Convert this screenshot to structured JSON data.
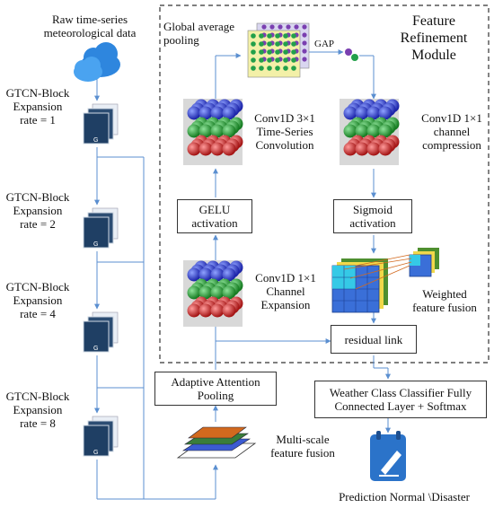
{
  "left_column": {
    "input_label": [
      "Raw time-series",
      "meteorological data"
    ],
    "blocks": [
      {
        "title": "GTCN-Block",
        "line2": "Expansion",
        "line3": "rate = 1"
      },
      {
        "title": "GTCN-Block",
        "line2": "Expansion",
        "line3": "rate = 2"
      },
      {
        "title": "GTCN-Block",
        "line2": "Expansion",
        "line3": "rate = 4"
      },
      {
        "title": "GTCN-Block",
        "line2": "Expansion",
        "line3": "rate = 8"
      }
    ],
    "block_glyph": "G"
  },
  "module": {
    "title": [
      "Feature",
      "Refinement",
      "Module"
    ],
    "gap_title": [
      "Global average",
      "pooling"
    ],
    "gap_short": "GAP",
    "conv3": [
      "Conv1D 3×1",
      "Time-Series",
      "Convolution"
    ],
    "conv_compress": [
      "Conv1D 1×1",
      "channel",
      "compression"
    ],
    "gelu": [
      "GELU",
      "activation"
    ],
    "sigmoid": [
      "Sigmoid",
      "activation"
    ],
    "conv_expand": [
      "Conv1D 1×1",
      "Channel",
      "Expansion"
    ],
    "weighted": [
      "Weighted",
      "feature fusion"
    ],
    "residual": "residual link"
  },
  "pooling": [
    "Adaptive Attention",
    "Pooling"
  ],
  "multiscale": [
    "Multi-scale",
    "feature fusion"
  ],
  "classifier": [
    "Weather Class Classifier Fully",
    "Connected Layer + Softmax"
  ],
  "prediction": "Prediction Normal \\Disaster",
  "colors": {
    "line": "#5b8fd0",
    "cloud": "#2e86de",
    "block": "#1f3f64",
    "sphere_blue": "#2233cc",
    "sphere_green": "#1f9a2a",
    "sphere_red": "#cc2222",
    "gap_purple": "#7a3fb0",
    "gap_green": "#22a04a",
    "tile_blue": "#3a6fd8",
    "tile_cyan": "#35c9e6",
    "doc_blue": "#2b73c9"
  }
}
